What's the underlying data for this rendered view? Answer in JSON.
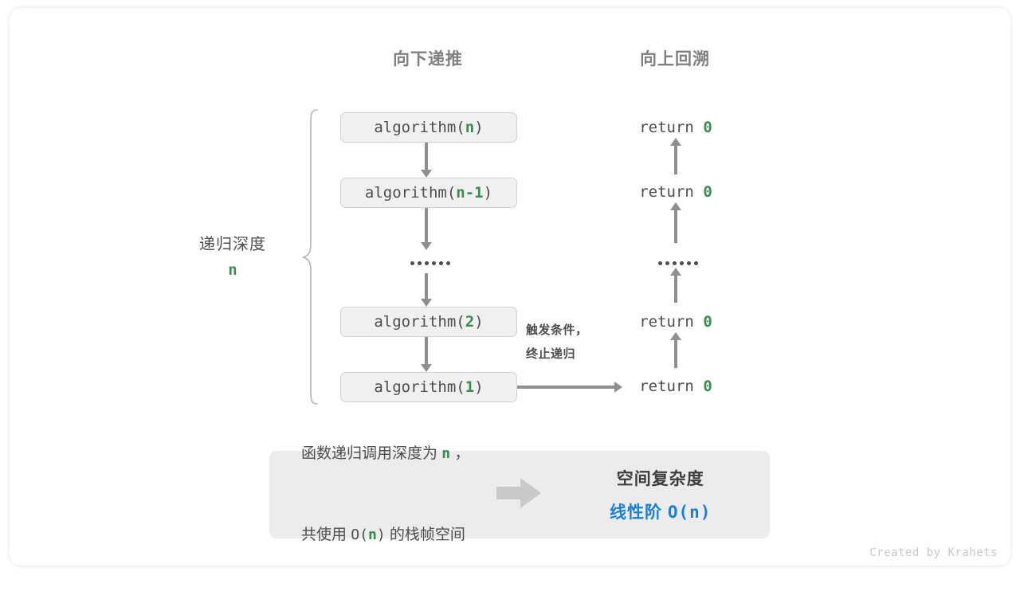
{
  "headers": {
    "down": "向下递推",
    "up": "向上回溯"
  },
  "depth": {
    "label": "递归深度",
    "value": "n"
  },
  "calls": [
    {
      "prefix": "algorithm(",
      "arg": "n",
      "suffix": ")"
    },
    {
      "prefix": "algorithm(",
      "arg": "n-1",
      "suffix": ")"
    },
    {
      "prefix": "algorithm(",
      "arg": "2",
      "suffix": ")"
    },
    {
      "prefix": "algorithm(",
      "arg": "1",
      "suffix": ")"
    }
  ],
  "returns": [
    {
      "keyword": "return ",
      "value": "0"
    },
    {
      "keyword": "return ",
      "value": "0"
    },
    {
      "keyword": "return ",
      "value": "0"
    },
    {
      "keyword": "return ",
      "value": "0"
    }
  ],
  "ellipsis": "••••••",
  "trigger_note": {
    "line1": "触发条件，",
    "line2": "终止递归"
  },
  "summary": {
    "line1_a": "函数递归调用深度为 ",
    "line1_var": "n",
    "line1_b": " ，",
    "line2_a": "共使用 ",
    "line2_big_o_open": "O(",
    "line2_var": "n",
    "line2_big_o_close": ")",
    "line2_b": " 的栈帧空间",
    "result_title": "空间复杂度",
    "result_order": "线性阶 ",
    "result_notation": "O(n)"
  },
  "credit": "Created by Krahets",
  "colors": {
    "accent_green": "#3b8a54",
    "accent_blue": "#1b7fd4",
    "arrow_gray": "#8f8f8f",
    "box_fill": "#f0f0f0",
    "panel_fill": "#ececec"
  }
}
